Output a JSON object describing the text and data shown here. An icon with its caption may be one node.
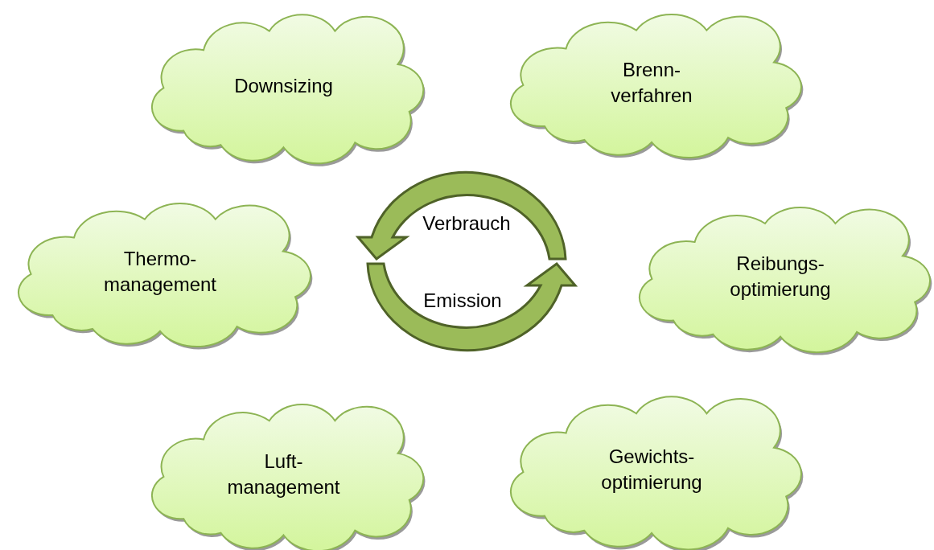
{
  "diagram": {
    "nodes": [
      {
        "text": [
          "Downsizing"
        ]
      },
      {
        "text": [
          "Brenn- verfahren"
        ]
      },
      {
        "text": [
          "Thermo- management"
        ]
      },
      {
        "text": [
          "Reibungs- optimierung"
        ]
      },
      {
        "text": [
          "Luft- management"
        ]
      },
      {
        "text": [
          "Gewichts- optimierung"
        ]
      }
    ],
    "labels": [
      "Verbrauch",
      "Emission"
    ]
  }
}
